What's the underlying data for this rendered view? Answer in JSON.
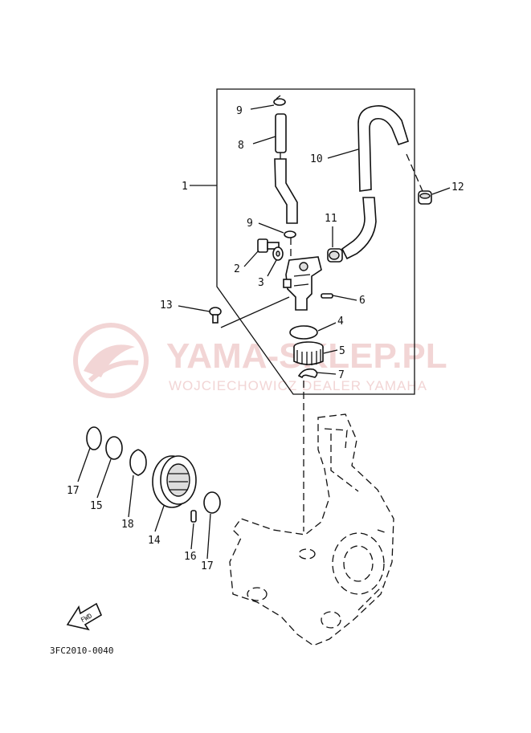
{
  "watermark": {
    "brand": "YAMA-SKLEP.PL",
    "tagline": "WOJCIECHOWICZ DEALER YAMAHA"
  },
  "diagram_code": "3FC2010-0040",
  "fwd_label": "FWD",
  "callouts": {
    "c1": "1",
    "c2": "2",
    "c3": "3",
    "c4": "4",
    "c5": "5",
    "c6": "6",
    "c7": "7",
    "c8": "8",
    "c9a": "9",
    "c9b": "9",
    "c10": "10",
    "c11": "11",
    "c12": "12",
    "c13": "13",
    "c14": "14",
    "c15": "15",
    "c16": "16",
    "c17a": "17",
    "c17b": "17",
    "c18": "18"
  },
  "colors": {
    "line": "#111111",
    "watermark": "#f2d5d5"
  }
}
